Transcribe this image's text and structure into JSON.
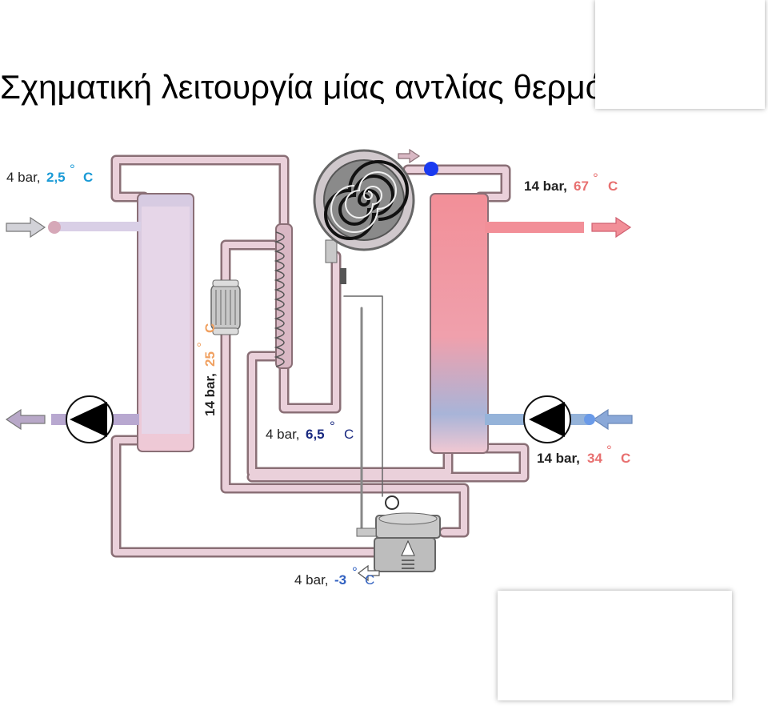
{
  "title": "Σχηματική λειτουργία μίας αντλίας θερμότητας",
  "labels": {
    "evap_in": {
      "pressure": "4 bar,",
      "temp": "2,5",
      "unit": "C"
    },
    "cond_out": {
      "pressure": "14 bar,",
      "temp": "67",
      "unit": "C"
    },
    "liquid_line": {
      "pressure": "14 bar,",
      "temp": "25",
      "unit": "C"
    },
    "suction": {
      "pressure": "4 bar,",
      "temp": "6,5",
      "unit": "C"
    },
    "cond_return": {
      "pressure": "14 bar,",
      "temp": "34",
      "unit": "C"
    },
    "expansion": {
      "pressure": "4 bar,",
      "temp": "-3",
      "unit": "C"
    },
    "degree_sign": "°"
  },
  "colors": {
    "pipe_cold": "#d9b8c4",
    "pipe_outline": "#8a6f76",
    "hot": "#f08a94",
    "cold_water": "#95b3d9",
    "evaporator_in": "#d8d0e6",
    "label_blue": "#1a9ad6",
    "label_orange": "#f0a060",
    "label_red": "#e87070",
    "label_navy": "#1a2a80",
    "label_royal": "#3060c0"
  }
}
